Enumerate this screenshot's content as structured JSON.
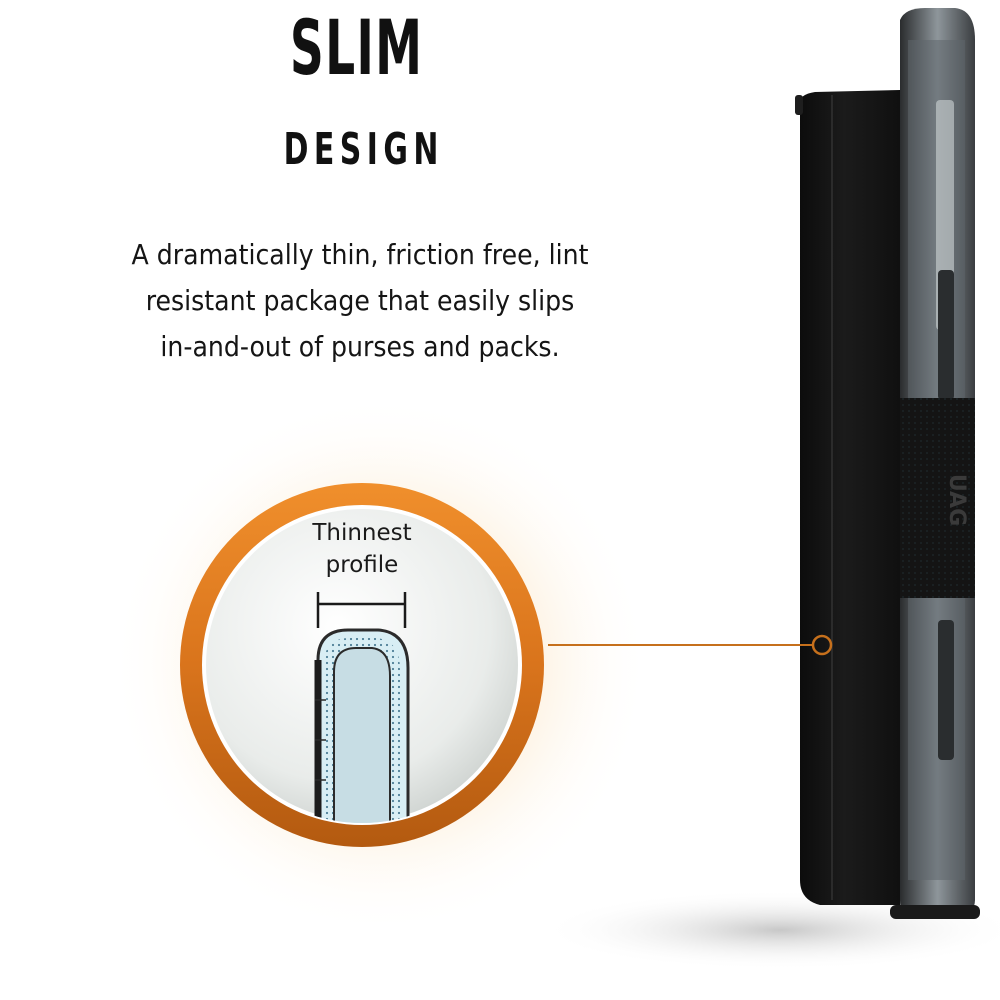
{
  "headline": {
    "main": "SLIM",
    "sub": "DESIGN"
  },
  "description": {
    "lines": [
      "A dramatically thin, friction free, lint",
      "resistant package that easily slips",
      "in-and-out of purses and packs."
    ]
  },
  "callout": {
    "label_line1": "Thinnest",
    "label_line2": "profile"
  },
  "colors": {
    "accent": "#e9872a",
    "accent_dark": "#b35a10",
    "text": "#111111",
    "case_black": "#151515",
    "clear_bumper": "#9aa3a8"
  }
}
